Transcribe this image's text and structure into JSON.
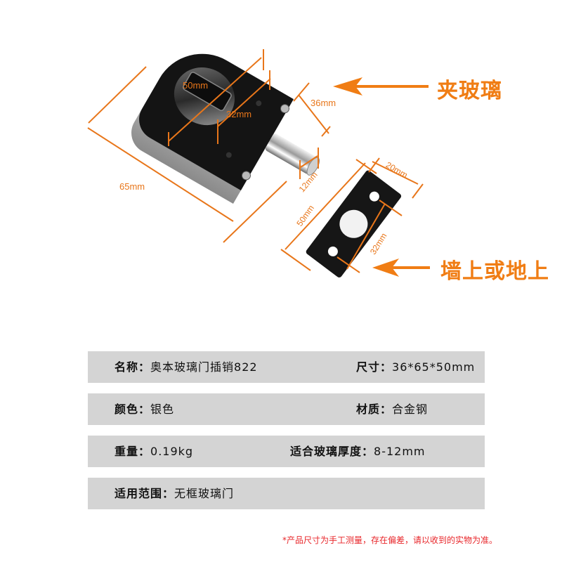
{
  "callouts": {
    "glass_clamp": "夹玻璃",
    "wall_or_floor": "墙上或地上"
  },
  "dimensions": {
    "lock_length": "65mm",
    "knob_width": "50mm",
    "hole_spacing": "32mm",
    "body_depth": "36mm",
    "bolt_diameter": "12mm",
    "plate_width": "20mm",
    "plate_length": "50mm",
    "plate_hole_spacing": "32mm"
  },
  "specs": [
    {
      "left_label": "名称：",
      "left_value": "奥本玻璃门插销822",
      "right_label": "尺寸：",
      "right_value": "36*65*50mm"
    },
    {
      "left_label": "颜色：",
      "left_value": "银色",
      "right_label": "材质：",
      "right_value": "合金钢"
    },
    {
      "left_label": "重量：",
      "left_value": "0.19kg",
      "right_label": "适合玻璃厚度：",
      "right_value": "8-12mm"
    },
    {
      "left_label": "适用范围：",
      "left_value": "无框玻璃门",
      "right_label": "",
      "right_value": ""
    }
  ],
  "disclaimer": "*产品尺寸为手工测量，存在偏差，请以收到的实物为准。",
  "colors": {
    "accent_orange": "#f07d14",
    "row_bg": "#d4d4d4",
    "disclaimer_red": "#e8262a",
    "lock_body": "#141414"
  }
}
